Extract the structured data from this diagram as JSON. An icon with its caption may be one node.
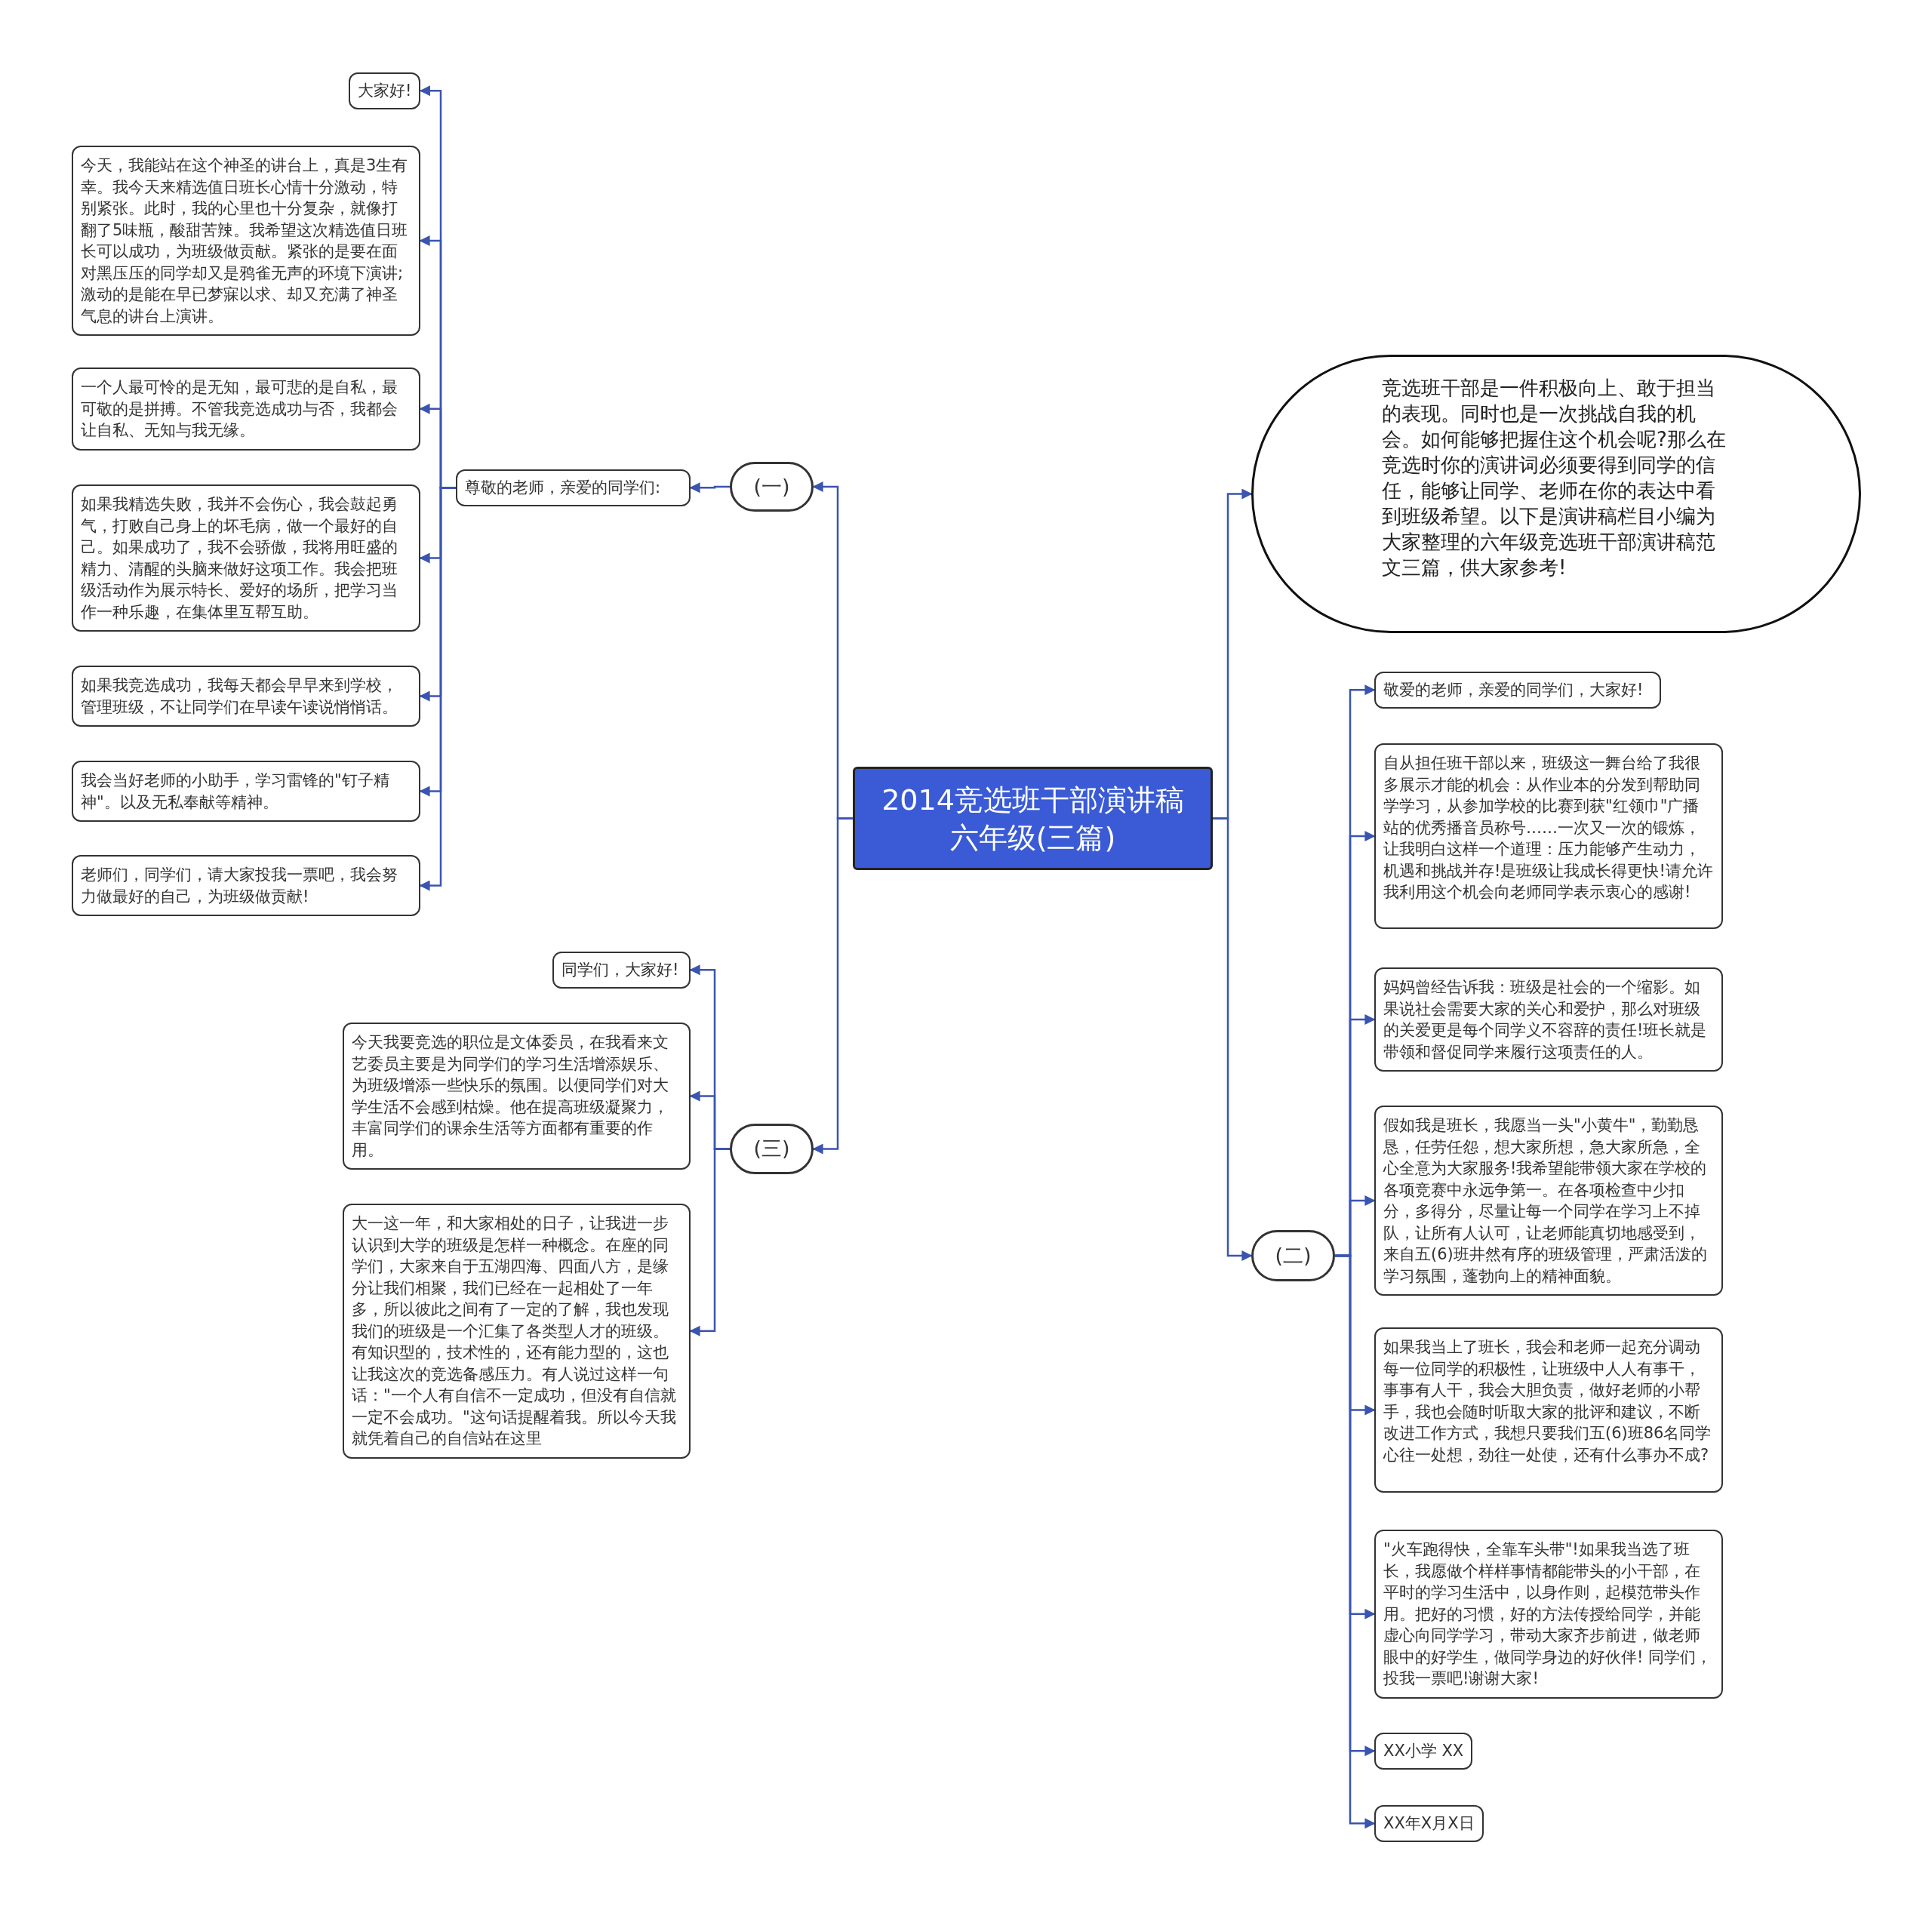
{
  "diagram": {
    "nodes": [
      {
        "text": [
          "2014竞选班干部演讲稿六年级(三篇)"
        ]
      },
      {
        "text": [
          "(一)"
        ]
      },
      {
        "text": [
          "尊敬的老师，亲爱的同学们:"
        ]
      },
      {
        "text": [
          "大家好!"
        ]
      },
      {
        "text": [
          "今天，我能站在这个神圣的讲台上，真是3生有幸。我今天来精选值日班长心情十分激动，特别紧张。此时，我的心里也十分复杂，就像打翻了5味瓶，酸甜苦辣。我希望这次精选值日班长可以成功，为班级做贡献。紧张的是要在面对黑压压的同学却又是鸦雀无声的环境下演讲;激动的是能在早已梦寐以求、却又充满了神圣气息的讲台上演讲。"
        ]
      },
      {
        "text": [
          "一个人最可怜的是无知，最可悲的是自私，最可敬的是拼搏。不管我竞选成功与否，我都会让自私、无知与我无缘。"
        ]
      },
      {
        "text": [
          "如果我精选失败，我并不会伤心，我会鼓起勇气，打败自己身上的坏毛病，做一个最好的自己。如果成功了，我不会骄傲，我将用旺盛的精力、清醒的头脑来做好这项工作。我会把班级活动作为展示特长、爱好的场所，把学习当作一种乐趣，在集体里互帮互助。"
        ]
      },
      {
        "text": [
          "如果我竞选成功，我每天都会早早来到学校，管理班级，不让同学们在早读午读说悄悄话。"
        ]
      },
      {
        "text": [
          "我会当好老师的小助手，学习雷锋的\"钉子精神\"。以及无私奉献等精神。"
        ]
      },
      {
        "text": [
          "老师们，同学们，请大家投我一票吧，我会努力做最好的自己，为班级做贡献!"
        ]
      },
      {
        "text": [
          "(三)"
        ]
      },
      {
        "text": [
          "同学们，大家好!"
        ]
      },
      {
        "text": [
          "今天我要竞选的职位是文体委员，在我看来文艺委员主要是为同学们的学习生活增添娱乐、为班级增添一些快乐的氛围。以便同学们对大学生活不会感到枯燥。他在提高班级凝聚力，丰富同学们的课余生活等方面都有重要的作用。"
        ]
      },
      {
        "text": [
          "大一这一年，和大家相处的日子，让我进一步认识到大学的班级是怎样一种概念。在座的同学们，大家来自于五湖四海、四面八方，是缘分让我们相聚，我们已经在一起相处了一年多，所以彼此之间有了一定的了解，我也发现我们的班级是一个汇集了各类型人才的班级。有知识型的，技术性的，还有能力型的，这也让我这次的竞选备感压力。有人说过这样一句话：\"一个人有自信不一定成功，但没有自信就一定不会成功。\"这句话提醒着我。所以今天我就凭着自己的自信站在这里"
        ]
      },
      {
        "text": [
          "竞选班干部是一件积极向上、敢于担当的表现。同时也是一次挑战自我的机会。如何能够把握住这个机会呢?那么在竞选时你的演讲词必须要得到同学的信任，能够让同学、老师在你的表达中看到班级希望。以下是演讲稿栏目小编为大家整理的六年级竞选班干部演讲稿范文三篇，供大家参考!"
        ]
      },
      {
        "text": [
          "(二)"
        ]
      },
      {
        "text": [
          "敬爱的老师，亲爱的同学们，大家好!"
        ]
      },
      {
        "text": [
          "自从担任班干部以来，班级这一舞台给了我很多展示才能的机会：从作业本的分发到帮助同学学习，从参加学校的比赛到获\"红领巾\"广播站的优秀播音员称号……一次又一次的锻炼，让我明白这样一个道理：压力能够产生动力，机遇和挑战并存!是班级让我成长得更快!请允许我利用这个机会向老师同学表示衷心的感谢!"
        ]
      },
      {
        "text": [
          "妈妈曾经告诉我：班级是社会的一个缩影。如果说社会需要大家的关心和爱护，那么对班级的关爱更是每个同学义不容辞的责任!班长就是带领和督促同学来履行这项责任的人。"
        ]
      },
      {
        "text": [
          "假如我是班长，我愿当一头\"小黄牛\"，勤勤恳恳，任劳任怨，想大家所想，急大家所急，全心全意为大家服务!我希望能带领大家在学校的各项竞赛中永远争第一。在各项检查中少扣分，多得分，尽量让每一个同学在学习上不掉队，让所有人认可，让老师能真切地感受到，来自五(6)班井然有序的班级管理，严肃活泼的学习氛围，蓬勃向上的精神面貌。"
        ]
      },
      {
        "text": [
          "如果我当上了班长，我会和老师一起充分调动每一位同学的积极性，让班级中人人有事干，事事有人干，我会大胆负责，做好老师的小帮手，我也会随时听取大家的批评和建议，不断改进工作方式，我想只要我们五(6)班86名同学心往一处想，劲往一处使，还有什么事办不成?"
        ]
      },
      {
        "text": [
          "\"火车跑得快，全靠车头带\"!如果我当选了班长，我愿做个样样事情都能带头的小干部，在平时的学习生活中，以身作则，起模范带头作用。把好的习惯，好的方法传授给同学，并能虚心向同学学习，带动大家齐步前进，做老师眼中的好学生，做同学身边的好伙伴! 同学们，投我一票吧!谢谢大家!"
        ]
      },
      {
        "text": [
          "XX小学 XX"
        ]
      },
      {
        "text": [
          "XX年X月X日"
        ]
      }
    ],
    "edges": [
      {
        "from": 0,
        "to": 1,
        "arrow": "to"
      },
      {
        "from": 0,
        "to": 10,
        "arrow": "to"
      },
      {
        "from": 0,
        "to": 14,
        "arrow": "to"
      },
      {
        "from": 0,
        "to": 15,
        "arrow": "to"
      },
      {
        "from": 1,
        "to": 2,
        "arrow": "to"
      },
      {
        "from": 2,
        "to": 3,
        "arrow": "to"
      },
      {
        "from": 2,
        "to": 4,
        "arrow": "to"
      },
      {
        "from": 2,
        "to": 5,
        "arrow": "to"
      },
      {
        "from": 2,
        "to": 6,
        "arrow": "to"
      },
      {
        "from": 2,
        "to": 7,
        "arrow": "to"
      },
      {
        "from": 2,
        "to": 8,
        "arrow": "to"
      },
      {
        "from": 2,
        "to": 9,
        "arrow": "to"
      },
      {
        "from": 10,
        "to": 11,
        "arrow": "to"
      },
      {
        "from": 10,
        "to": 12,
        "arrow": "to"
      },
      {
        "from": 10,
        "to": 13,
        "arrow": "to"
      },
      {
        "from": 15,
        "to": 16,
        "arrow": "to"
      },
      {
        "from": 15,
        "to": 17,
        "arrow": "to"
      },
      {
        "from": 15,
        "to": 18,
        "arrow": "to"
      },
      {
        "from": 15,
        "to": 19,
        "arrow": "to"
      },
      {
        "from": 15,
        "to": 20,
        "arrow": "to"
      },
      {
        "from": 15,
        "to": 21,
        "arrow": "to"
      },
      {
        "from": 15,
        "to": 22,
        "arrow": "to"
      },
      {
        "from": 15,
        "to": 23,
        "arrow": "to"
      }
    ]
  }
}
